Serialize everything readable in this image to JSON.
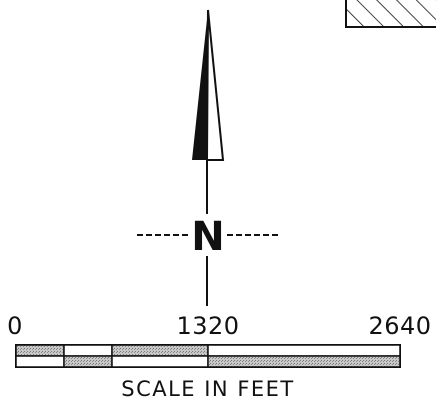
{
  "north_arrow": {
    "letter": "N"
  },
  "scale_bar": {
    "labels": [
      "0",
      "1320",
      "2640"
    ],
    "title": "SCALE IN FEET"
  },
  "colors": {
    "ink": "#111111",
    "fill_gray": "#bdbdbd",
    "paper": "#ffffff"
  }
}
